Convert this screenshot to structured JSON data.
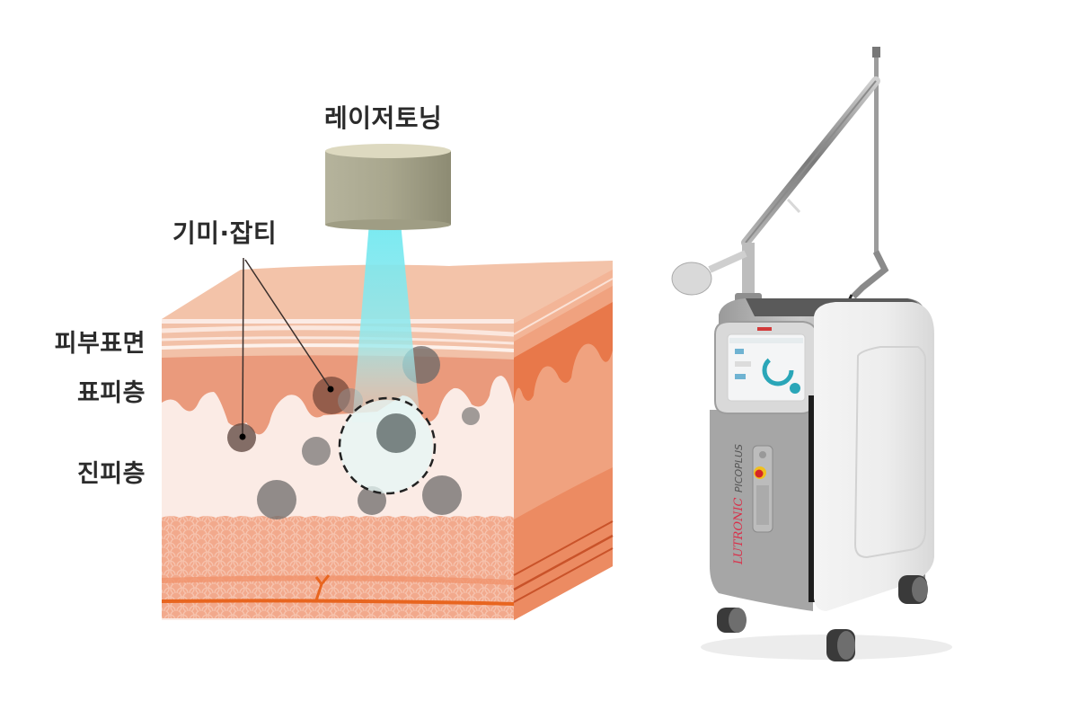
{
  "diagram": {
    "title_label": "레이저토닝",
    "pigment_label": "기미·잡티",
    "layers": [
      {
        "label": "피부표면",
        "name": "skin-surface"
      },
      {
        "label": "표피층",
        "name": "epidermis"
      },
      {
        "label": "진피층",
        "name": "dermis"
      }
    ],
    "colors": {
      "laser_head": "#a8a68d",
      "laser_beam": "#7fe8ee",
      "skin_top": "#f2c0a6",
      "stratum_lines": "#fbe6dc",
      "epidermis": "#e9977a",
      "dermis": "#fbebe5",
      "subcutis": "#f1a386",
      "side_face": "#f0a07e",
      "side_dark": "#e8784a",
      "vessel": "#e8651f",
      "pigment": "#6d6a69",
      "pigment_brown": "#7a4b3c",
      "target_ring": "#222222"
    }
  },
  "device": {
    "brand": "LUTRONIC",
    "model": "PICOPLUS",
    "brand_color": "#d9304a",
    "screen_accent": "#2aa6b8"
  }
}
